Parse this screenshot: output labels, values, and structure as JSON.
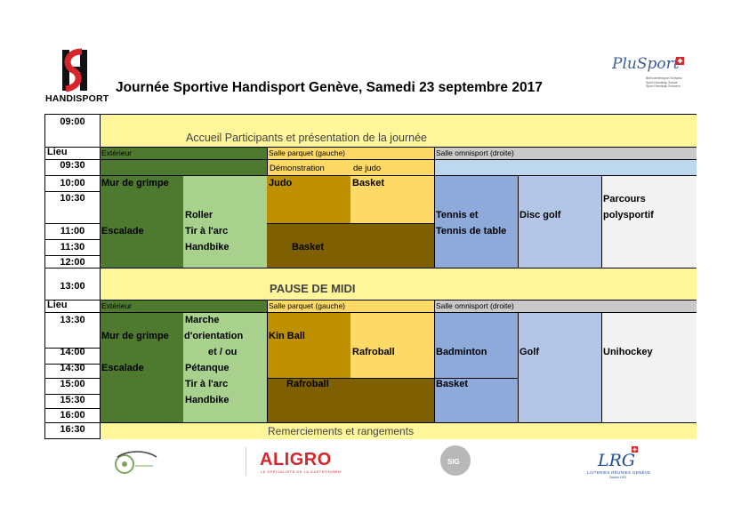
{
  "header": {
    "title": "Journée Sportive Handisport Genève, Samedi 23 septembre 2017",
    "logo_left_text": "HANDISPORT",
    "logo_right_text": "PluSport",
    "logo_right_sub": [
      "Behindertensport Schweiz",
      "Sport Handicap Suisse",
      "Sport Handicap Svizzera"
    ]
  },
  "times": [
    "09:00",
    "09:30",
    "10:00",
    "10:30",
    "11:00",
    "11:30",
    "12:00",
    "13:00",
    "13:30",
    "14:00",
    "14:30",
    "15:00",
    "15:30",
    "16:00",
    "16:30"
  ],
  "lieu_label": "Lieu",
  "zones": {
    "exterieur": "Extérieur",
    "parquet": "Salle parquet (gauche)",
    "omnisport": "Salle omnisport (droite)"
  },
  "banners": {
    "accueil": "Accueil Participants et présentation de la journée",
    "pause": "PAUSE DE MIDI",
    "remerciements": "Remerciements et rangements"
  },
  "morning": {
    "demo1": "Démonstration",
    "demo2": "de judo",
    "mur": "Mur de grimpe",
    "escalade": "Escalade",
    "roller": "Roller",
    "tir": "Tir à l'arc",
    "handbike": "Handbike",
    "judo": "Judo",
    "basket_top": "Basket",
    "basket_bottom": "Basket",
    "tennis1": "Tennis et",
    "tennis2": "Tennis de table",
    "discgolf": "Disc golf",
    "parcours1": "Parcours",
    "parcours2": "polysportif"
  },
  "afternoon": {
    "mur": "Mur de grimpe",
    "escalade": "Escalade",
    "marche1": "Marche",
    "marche2": "d'orientation",
    "marche3": "et / ou",
    "petanque": "Pétanque",
    "tir": "Tir à l'arc",
    "handbike": "Handbike",
    "kinball": "Kin Ball",
    "rafroball_r": "Rafroball",
    "rafroball_b": "Rafroball",
    "badminton": "Badminton",
    "basket": "Basket",
    "golf": "Golf",
    "unihockey": "Unihockey"
  },
  "footer": {
    "aligro": "ALIGRO",
    "aligro_sub": "LE SPÉCIALISTE DE LA GASTRONOMIE",
    "sig": "SIG",
    "lrg": "LRG",
    "lrg_sub": "LAITERIES RÉUNIES GENÈVE",
    "lrg_sub2": "Depuis 1911"
  },
  "colors": {
    "yellow": "#fff59a",
    "dark_green": "#4e7a2f",
    "light_green": "#a9d18e",
    "dark_gold": "#bf9000",
    "gold": "#ffd966",
    "brown": "#7f6000",
    "blue": "#8eaadb",
    "light_blue": "#b4c6e7",
    "pale_blue": "#bdd7ee",
    "grey": "#f2f2f2",
    "header_grey": "#c9c9c9"
  }
}
